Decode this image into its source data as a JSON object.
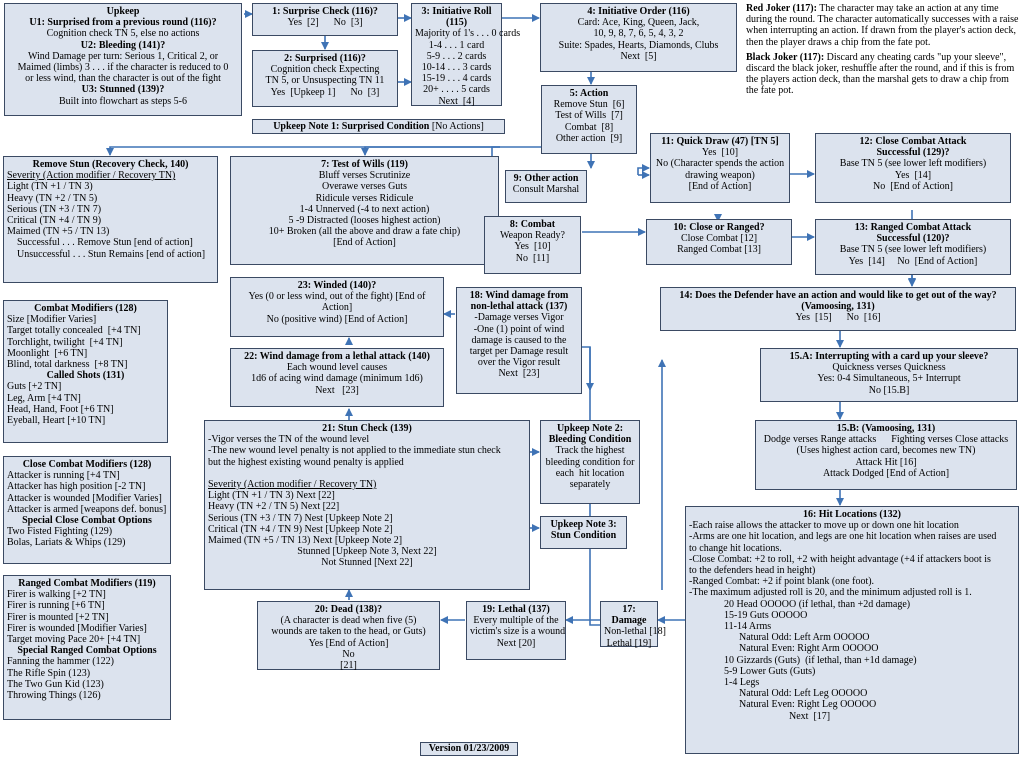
{
  "upkeep": {
    "title": "Upkeep",
    "u1_title": "U1: Surprised from a previous round (116)?",
    "u1_text": "Cognition check TN 5, else no actions",
    "u2_title": "U2: Bleeding (141)?",
    "u2_l1": "Wind Damage per turn: Serious 1, Critical 2, or",
    "u2_l2": "Maimed (limbs) 3 . . . if the character is reduced to 0",
    "u2_l3": "or less wind, than the character is out of the fight",
    "u3_title": "U3: Stunned (139)?",
    "u3_text": "Built into flowchart as steps 5-6"
  },
  "b1": {
    "title": "1: Surprise Check (116)?",
    "opts": "Yes  [2]      No  [3]"
  },
  "b2": {
    "title": "2: Surprised (116)?",
    "l1": "Cognition check Expecting",
    "l2": "TN 5, or Unsuspecting TN 11",
    "l3": "Yes  [Upkeep 1]      No  [3]"
  },
  "b3": {
    "title": "3: Initiative Roll (115)",
    "lines": [
      "Majority of 1's . . . 0 cards",
      "1-4 . . . 1 card",
      "5-9 . . . 2 cards",
      "10-14 . . . 3 cards",
      "15-19 . . . 4 cards",
      "20+ . . . . 5 cards",
      "Next  [4]"
    ]
  },
  "b4": {
    "title": "4: Initiative Order (116)",
    "lines": [
      "Card: Ace, King, Queen, Jack,",
      "10, 9, 8, 7, 6, 5, 4, 3, 2",
      "Suite: Spades, Hearts, Diamonds, Clubs",
      "Next  [5]"
    ]
  },
  "jokers": {
    "red_title": "Red Joker (117):",
    "red_text": " The character may take an action at any time during the round.  The character automatically successes with a raise when interrupting an action.  If drawn from the player's action deck, then the player draws a chip from the fate pot.",
    "black_title": "Black Joker (117):",
    "black_text": " Discard any cheating cards \"up your sleeve\", discard the black joker, reshuffle after the round, and if this is from the players action deck, than the marshal gets to draw a chip from the fate pot."
  },
  "upkeep_note1": {
    "title": "Upkeep Note 1: Surprised Condition",
    "text": "[No Actions]"
  },
  "b5": {
    "title": "5: Action",
    "lines": [
      "Remove Stun  [6]",
      "Test of Wills  [7]",
      "Combat  [8]",
      "Other action  [9]"
    ]
  },
  "remove_stun": {
    "title": "Remove Stun  (Recovery Check, 140)",
    "sub": "Severity (Action modifier / Recovery TN)",
    "lines": [
      "Light (TN +1 / TN 3)",
      "Heavy (TN +2 / TN 5)",
      "Serious (TN +3 / TN 7)",
      "Critical (TN +4 / TN 9)",
      "Maimed (TN +5 / TN 13)",
      "    Successful . . . Remove Stun [end of action]",
      "    Unsuccessful . . . Stun Remains [end of action]"
    ]
  },
  "b7": {
    "title": "7: Test of Wills (119)",
    "lines": [
      "Bluff verses Scrutinize",
      "Overawe verses Guts",
      "Ridicule verses Ridicule",
      "1-4 Unnerved (-4 to next action)",
      "5 -9 Distracted (looses highest action)",
      "10+ Broken (all the above and draw a fate chip)",
      "[End of Action]"
    ]
  },
  "b9": {
    "title": "9: Other action",
    "text": "Consult Marshal"
  },
  "b8": {
    "title": "8: Combat",
    "lines": [
      "Weapon Ready?",
      "Yes  [10]",
      "No  [11]"
    ]
  },
  "b11": {
    "title": "11: Quick Draw (47)  [TN 5]",
    "lines": [
      "Yes  [10]",
      "No (Character spends the action",
      "drawing weapon)",
      "[End of Action]"
    ]
  },
  "b10": {
    "title": "10: Close or Ranged?",
    "lines": [
      "Close Combat [12]",
      "Ranged Combat [13]"
    ]
  },
  "b12": {
    "title": "12: Close Combat Attack",
    "title2": "Successful (129)?",
    "lines": [
      "Base TN 5 (see lower left modifiers)",
      "Yes  [14]",
      "No  [End of Action]"
    ]
  },
  "b13": {
    "title": "13: Ranged Combat Attack",
    "title2": "Successful (120)?",
    "lines": [
      "Base TN 5 (see lower left modifiers)",
      "Yes  [14]     No  [End of Action]"
    ]
  },
  "b14": {
    "title": "14: Does the Defender have an action and would like to get out of the way?",
    "title2": "(Vamoosing, 131)",
    "opts": "Yes  [15]      No  [16]"
  },
  "combat_mods": {
    "title": "Combat Modifiers (128)",
    "lines": [
      "Size [Modifier Varies]",
      "Target totally concealed  [+4 TN]",
      "Torchlight, twilight  [+4 TN]",
      "Moonlight  [+6 TN]",
      "Blind, total darkness  [+8 TN]"
    ],
    "called_title": "Called Shots (131)",
    "called": [
      "Guts [+2 TN]",
      "Leg, Arm [+4 TN]",
      "Head, Hand, Foot [+6 TN]",
      "Eyeball, Heart [+10 TN]"
    ]
  },
  "b23": {
    "title": "23: Winded (140)?",
    "lines": [
      "Yes (0 or less wind, out of the fight) [End of",
      "Action]",
      "No (positive wind) [End of Action]"
    ]
  },
  "b22": {
    "title": "22: Wind damage from a lethal attack (140)",
    "lines": [
      "Each wound level causes",
      "1d6 of acing wind damage (minimum 1d6)",
      "Next   [23]"
    ]
  },
  "b18": {
    "title": "18: Wind damage from",
    "title2": "non-lethal attack (137)",
    "lines": [
      "-Damage verses Vigor",
      "-One (1) point of wind",
      "damage is caused to the",
      "target per Damage result",
      "over the Vigor result",
      "Next  [23]"
    ]
  },
  "b15a": {
    "title": "15.A: Interrupting with a card up your sleeve?",
    "lines": [
      "Quickness verses Quickness",
      "Yes: 0-4 Simultaneous, 5+ Interrupt",
      "No [15.B]"
    ]
  },
  "b21": {
    "title": "21: Stun Check (139)",
    "l1": "-Vigor verses the TN of the wound level",
    "l2": "-The new wound level penalty is not applied to the immediate stun check",
    "l3": "but the highest existing wound penalty is applied",
    "sub": "Severity (Action modifier / Recovery TN)",
    "lines": [
      "Light (TN +1 / TN 3) Next [22]",
      "Heavy (TN +2 / TN 5) Next [22]",
      "Serious (TN +3 / TN 7) Nest [Upkeep Note 2]",
      "Critical (TN +4 / TN 9) Nest [Upkeep Note 2]",
      "Maimed (TN +5 / TN 13) Next [Upkeep Note 2]"
    ],
    "stunned": "Stunned [Upkeep Note 3, Next 22]",
    "not_stunned": "Not Stunned [Next 22]"
  },
  "note2": {
    "title": "Upkeep Note 2:",
    "title2": "Bleeding Condition",
    "lines": [
      "Track the highest",
      "bleeding condition for",
      "each  hit location",
      "separately"
    ]
  },
  "note3": {
    "title": "Upkeep Note 3:",
    "title2": "Stun Condition"
  },
  "b15b": {
    "title": "15.B: (Vamoosing, 131)",
    "lines": [
      "Dodge verses Range attacks      Fighting verses Close attacks",
      "(Uses highest action card, becomes new TN)",
      "Attack Hit [16]",
      "Attack Dodged [End of Action]"
    ]
  },
  "close_mods": {
    "title": "Close Combat Modifiers (128)",
    "lines": [
      "Attacker is running [+4 TN]",
      "Attacker has high position [-2 TN]",
      "Attacker is wounded [Modifier Varies]",
      "Attacker is armed [weapons def. bonus]"
    ],
    "special_title": "Special Close Combat Options",
    "special": [
      "Two Fisted Fighting (129)",
      "Bolas, Lariats & Whips (129)"
    ]
  },
  "ranged_mods": {
    "title": "Ranged Combat Modifiers  (119)",
    "lines": [
      "Firer is walking [+2 TN]",
      "Firer is running [+6 TN]",
      "Firer is mounted [+2 TN]",
      "Firer is wounded [Modifier Varies]",
      "Target moving Pace 20+ [+4 TN]"
    ],
    "special_title": "Special Ranged Combat Options",
    "special": [
      "Fanning the hammer (122)",
      "The Rifle Spin (123)",
      "The Two Gun Kid (123)",
      "Throwing Things (126)"
    ]
  },
  "b20": {
    "title": "20: Dead (138)?",
    "lines": [
      "(A character is dead when five (5)",
      "wounds are taken to the head, or Guts)",
      "Yes [End of Action]",
      "No",
      "[21]"
    ]
  },
  "b19": {
    "title": "19: Lethal (137)",
    "lines": [
      "Every multiple of the",
      "victim's size is a wound",
      "Next [20]"
    ]
  },
  "b17": {
    "title": "17: Damage",
    "lines": [
      "Non-lethal [18]",
      "Lethal [19]"
    ]
  },
  "b16": {
    "title": "16: Hit Locations (132)",
    "lines": [
      "-Each raise allows the attacker to move up or down one hit location",
      "-Arms are one hit location, and legs are one hit location when raises are used",
      "to change hit locations.",
      "-Close Combat: +2 to roll, +2 with height advantage (+4 if attackers boot is",
      "to the defenders head in height)",
      "-Ranged Combat: +2 if point blank (one foot).",
      "-The maximum adjusted roll is 20, and the minimum adjusted roll is 1.",
      "              20 Head OOOOO (if lethal, than +2d damage)",
      "              15-19 Guts OOOOO",
      "              11-14 Arms",
      "                    Natural Odd: Left Arm OOOOO",
      "                    Natural Even: Right Arm OOOOO",
      "              10 Gizzards (Guts)  (if lethal, than +1d damage)",
      "              5-9 Lower Guts (Guts)",
      "              1-4 Legs",
      "                    Natural Odd: Left Leg OOOOO",
      "                    Natural Even: Right Leg OOOOO",
      "                                        Next  [17]"
    ]
  },
  "version": "Version 01/23/2009"
}
